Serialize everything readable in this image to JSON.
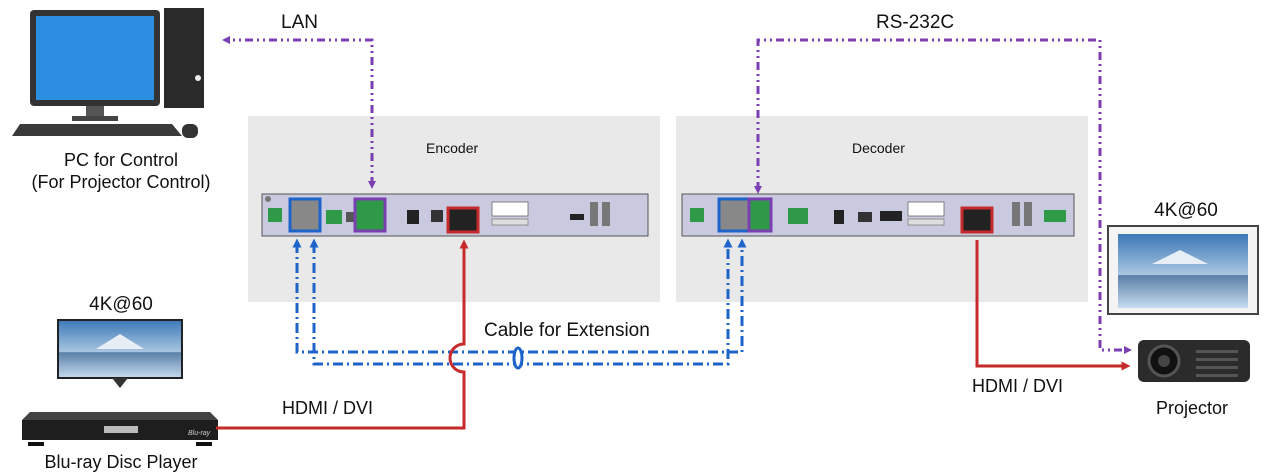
{
  "pc": {
    "line1": "PC for Control",
    "line2": "(For Projector Control)"
  },
  "player": {
    "name": "Blu-ray Disc Player",
    "resolution": "4K@60",
    "brand": "Blu-ray"
  },
  "projector": {
    "name": "Projector",
    "resolution": "4K@60"
  },
  "encoder": {
    "title": "Encoder"
  },
  "decoder": {
    "title": "Decoder"
  },
  "links": {
    "lan": "LAN",
    "rs232c": "RS-232C",
    "extension": "Cable for Extension",
    "hdmi_in": "HDMI / DVI",
    "hdmi_out": "HDMI / DVI"
  },
  "colors": {
    "lan": "#7a3fb0",
    "extension": "#1d63c9",
    "hdmi": "#c62a2a",
    "panel": "#e9e9e9",
    "device": "#c9c9df"
  }
}
